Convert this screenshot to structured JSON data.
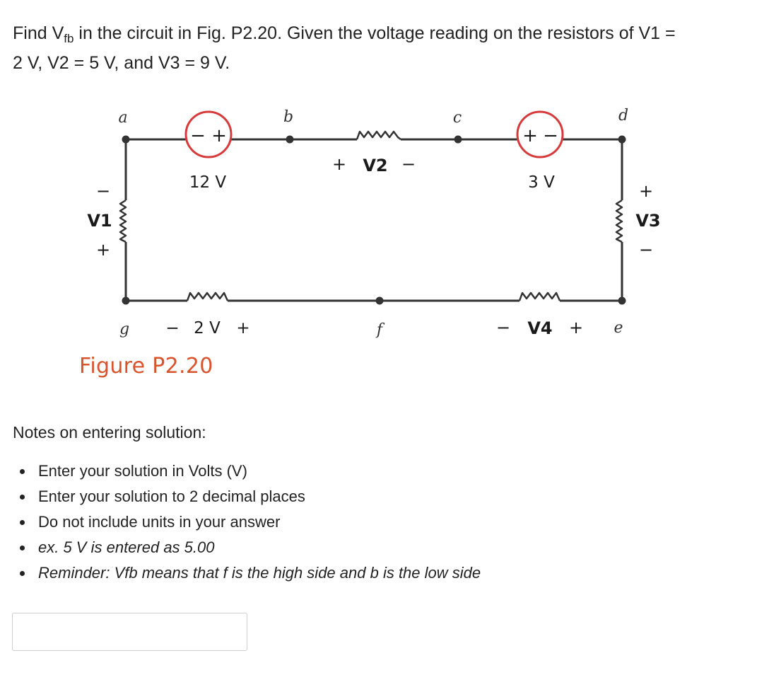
{
  "question": {
    "prefix": "Find V",
    "sub": "fb",
    "line1_rest": " in the circuit in Fig. P2.20. Given the voltage reading on the resistors of V1 =",
    "line2": "2 V, V2 = 5 V, and V3 = 9 V."
  },
  "figure": {
    "caption": "Figure P2.20",
    "nodes": {
      "a": "a",
      "b": "b",
      "c": "c",
      "d": "d",
      "e": "e",
      "f": "f",
      "g": "g"
    },
    "source_left": {
      "value": "12 V",
      "pol_left": "−",
      "pol_right": "+"
    },
    "source_right": {
      "value": "3 V",
      "pol_left": "+",
      "pol_right": "−"
    },
    "resistor_v2": {
      "label": "V2",
      "plus": "+",
      "minus": "−"
    },
    "resistor_v1": {
      "label": "V1",
      "minus": "−",
      "plus": "+"
    },
    "resistor_v3": {
      "label": "V3",
      "plus": "+",
      "minus": "−"
    },
    "resistor_2v": {
      "minus": "−",
      "value": "2 V",
      "plus": "+"
    },
    "resistor_v4": {
      "minus": "−",
      "label": "V4",
      "plus": "+"
    }
  },
  "notes": {
    "title": "Notes on entering solution:",
    "items": [
      "Enter your solution in Volts (V)",
      "Enter your solution to 2 decimal places",
      "Do not include units in your answer",
      "ex. 5 V is entered as 5.00",
      "Reminder: Vfb means that f is the high side and b is the low side"
    ]
  },
  "answer": {
    "value": "",
    "placeholder": ""
  },
  "colors": {
    "caption": "#d9532c",
    "source_circle": "#d63a3a",
    "wire": "#333333"
  }
}
